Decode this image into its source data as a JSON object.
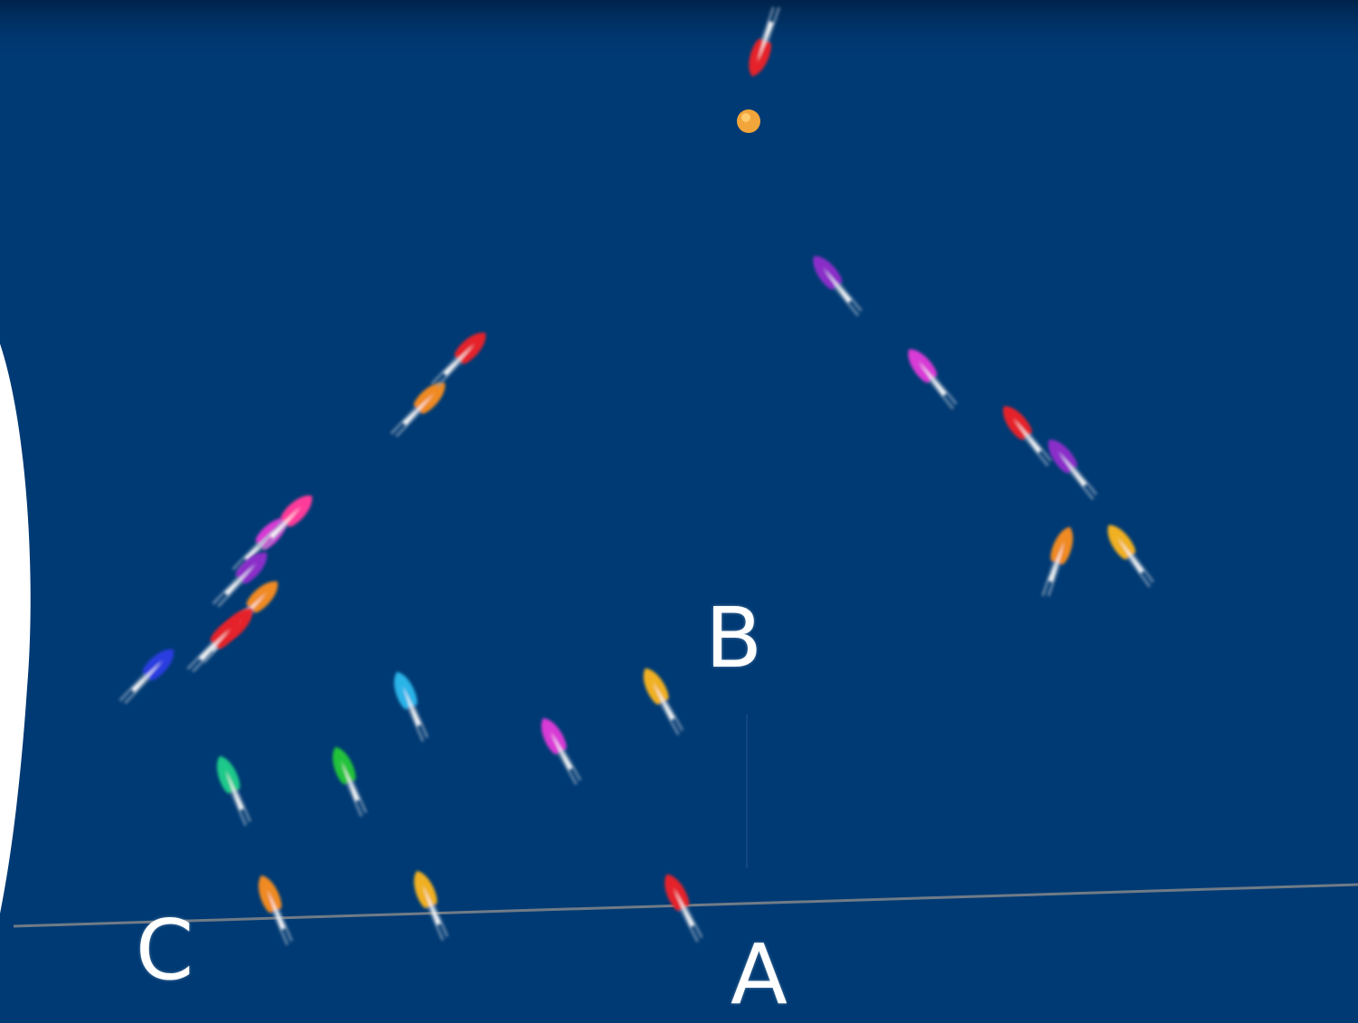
{
  "labels": {
    "a": "A",
    "b": "B",
    "c": "C"
  },
  "colors": {
    "background": "#003a74",
    "red": "#e5212b",
    "orange": "#f08a24",
    "gold": "#f0b020",
    "purple": "#8b2fc9",
    "magenta": "#d93ad6",
    "blue": "#2b3de0",
    "cyan": "#2ab4e8",
    "teal": "#1fc98a",
    "green": "#24c23a",
    "pink": "#ff3a9a"
  },
  "boats": [
    "red",
    "orange",
    "red",
    "orange",
    "magenta",
    "pink",
    "purple",
    "red",
    "red",
    "blue",
    "purple",
    "magenta",
    "red",
    "purple",
    "orange",
    "gold",
    "cyan",
    "teal",
    "green",
    "magenta",
    "gold",
    "orange",
    "gold",
    "red"
  ]
}
